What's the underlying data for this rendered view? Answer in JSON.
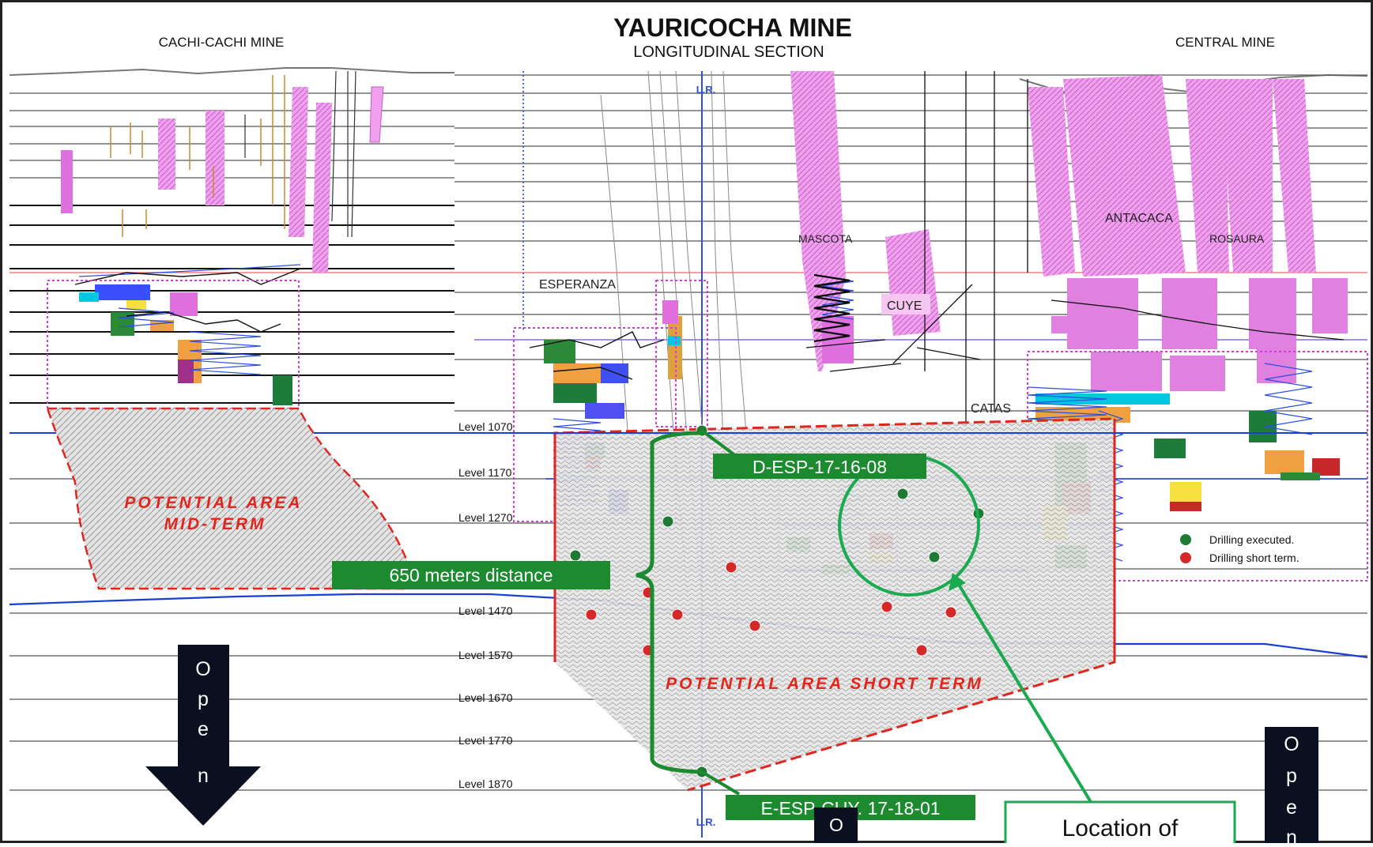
{
  "header": {
    "title": "YAURICOCHA MINE",
    "subtitle": "LONGITUDINAL SECTION",
    "left_mine": "CACHI-CACHI MINE",
    "right_mine": "CENTRAL MINE",
    "reference": "L.R."
  },
  "zones": {
    "esperanza": "ESPERANZA",
    "mascota": "MASCOTA",
    "cuye": "CUYE",
    "catas": "CATAS",
    "antacaca": "ANTACACA",
    "rosaura": "ROSAURA"
  },
  "levels": [
    "Level 1070",
    "Level 1170",
    "Level 1270",
    "Level 1470",
    "Level 1570",
    "Level 1670",
    "Level 1770",
    "Level 1870"
  ],
  "areas": {
    "mid_term_line1": "POTENTIAL AREA",
    "mid_term_line2": "MID-TERM",
    "short_term": "POTENTIAL AREA SHORT TERM"
  },
  "callouts": {
    "drill_top": "D-ESP-17-16-08",
    "drill_bottom": "E-ESP-CUY. 17-18-01",
    "distance": "650 meters distance",
    "location": "Location of"
  },
  "legend": {
    "executed": "Drilling executed.",
    "short_term": "Drilling short term."
  },
  "open_arrow_letters": [
    "O",
    "p",
    "e",
    "n"
  ],
  "open_right_letters": [
    "O",
    "p",
    "e",
    "n"
  ],
  "open_center_letter": "O",
  "colors": {
    "drill_executed": "#1f7a34",
    "drill_short_term": "#d62828",
    "green_label_bg": "#1c8a2e",
    "orebody_pink": "#f0a0ee",
    "potential_boundary": "#e0261f",
    "level_blue": "#1a3fd4",
    "open_arrow": "#0a1020"
  }
}
